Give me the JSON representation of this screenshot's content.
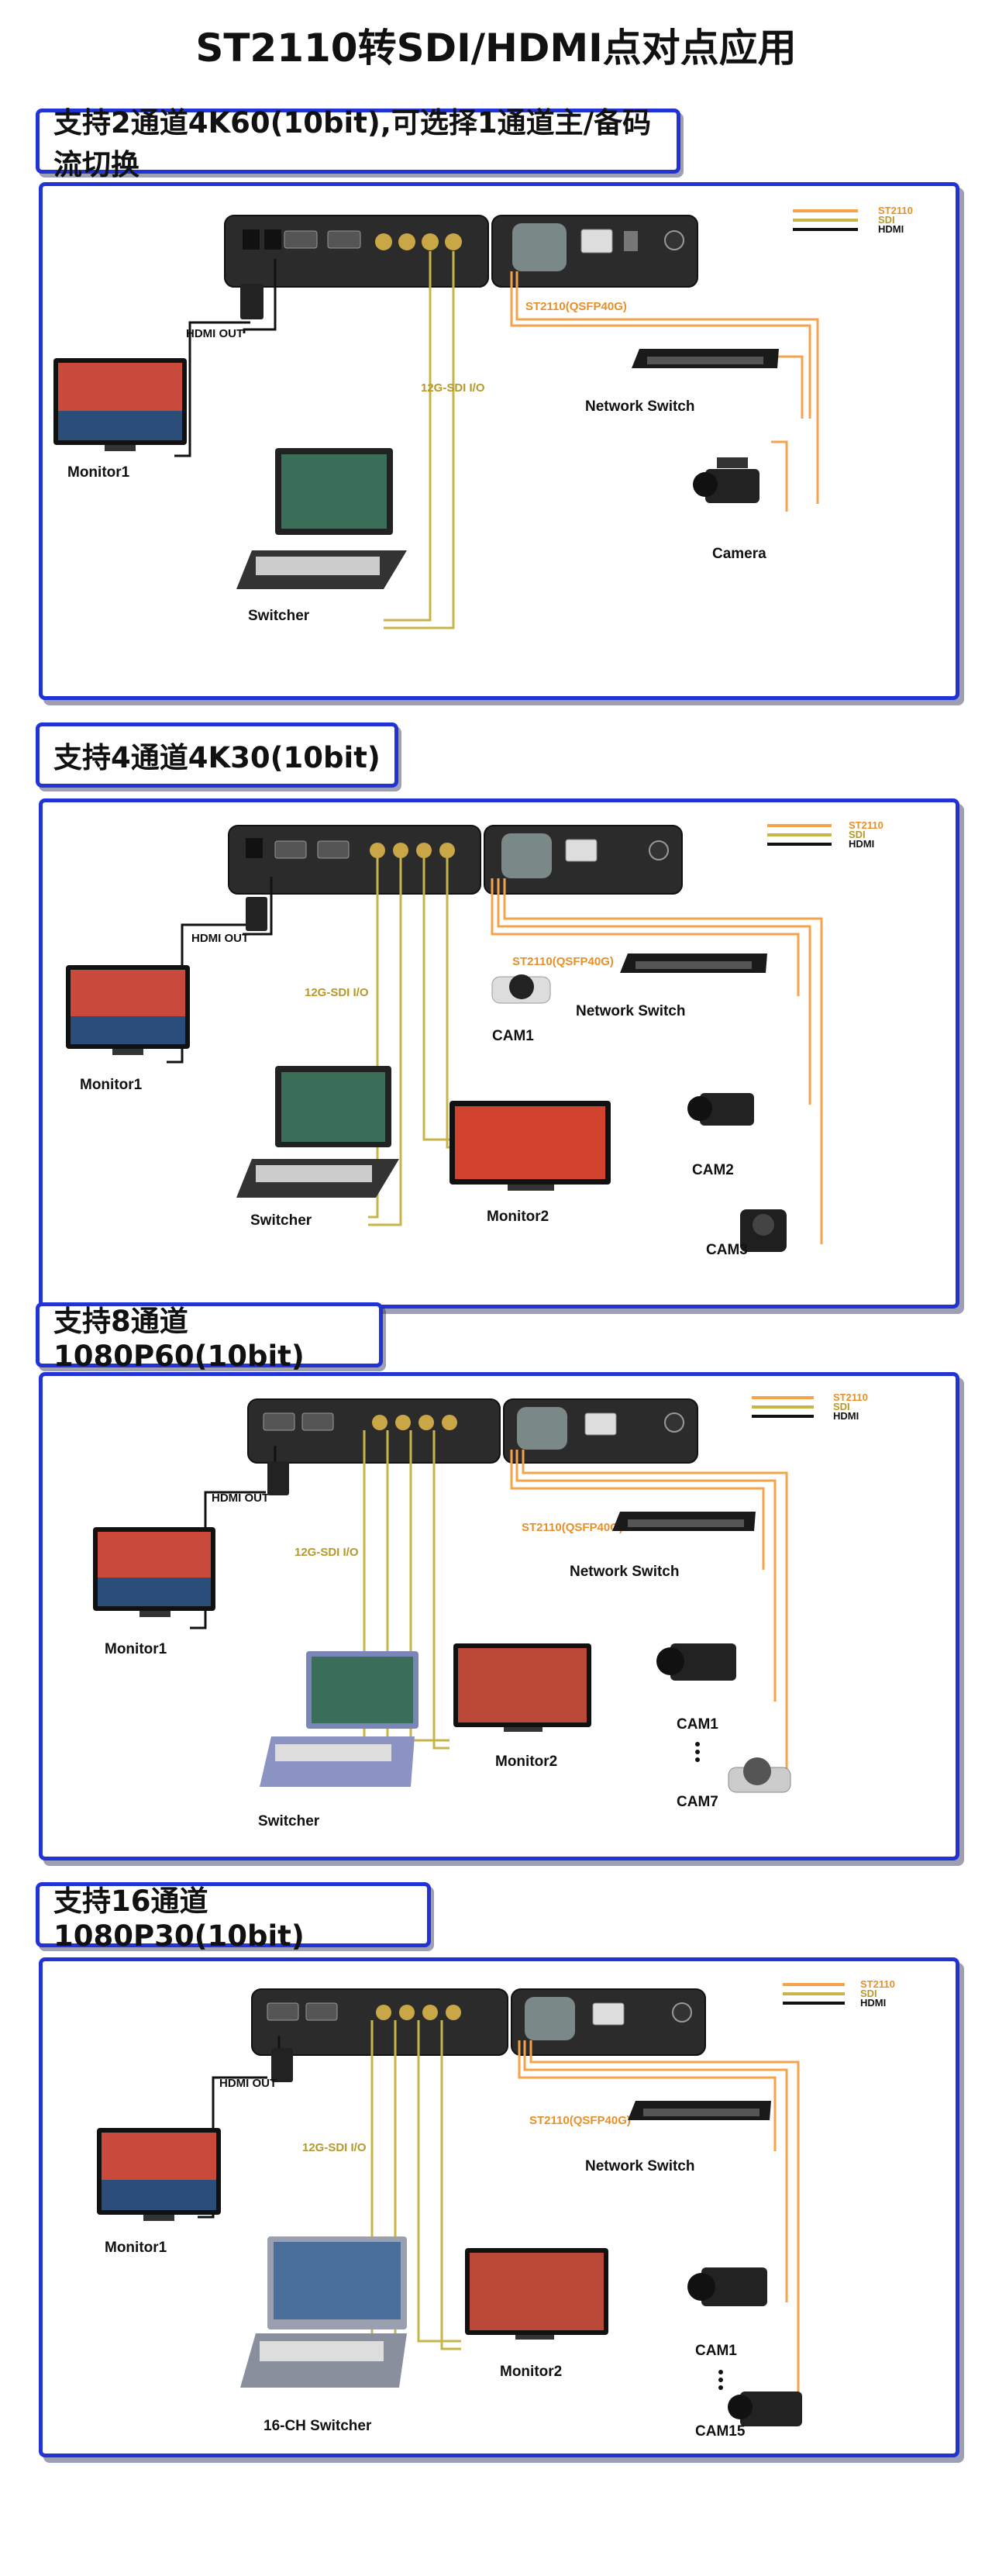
{
  "page": {
    "title": "ST2110转SDI/HDMI点对点应用"
  },
  "legend": {
    "st2110": "ST2110",
    "sdi": "SDI",
    "hdmi": "HDMI"
  },
  "colors": {
    "st2110": "#f5a34a",
    "sdi": "#c7b54a",
    "hdmi": "#111111",
    "border": "#2233d6"
  },
  "sections": [
    {
      "title": "支持2通道4K60(10bit),可选择1通道主/备码流切换",
      "labels": {
        "hdmi_out": "HDMI OUT",
        "sdi_io": "12G-SDI I/O",
        "st2110": "ST2110(QSFP40G)",
        "monitor1": "Monitor1",
        "switcher": "Switcher",
        "network_switch": "Network Switch",
        "camera": "Camera"
      }
    },
    {
      "title": "支持4通道4K30(10bit)",
      "labels": {
        "hdmi_out": "HDMI OUT",
        "sdi_io": "12G-SDI I/O",
        "st2110": "ST2110(QSFP40G)",
        "monitor1": "Monitor1",
        "switcher": "Switcher",
        "monitor2": "Monitor2",
        "network_switch": "Network Switch",
        "cam1": "CAM1",
        "cam2": "CAM2",
        "cam3": "CAM3"
      }
    },
    {
      "title": "支持8通道1080P60(10bit)",
      "labels": {
        "hdmi_out": "HDMI OUT",
        "sdi_io": "12G-SDI I/O",
        "st2110": "ST2110(QSFP40G)",
        "monitor1": "Monitor1",
        "switcher": "Switcher",
        "monitor2": "Monitor2",
        "network_switch": "Network Switch",
        "cam1": "CAM1",
        "cam_last": "CAM7"
      }
    },
    {
      "title": "支持16通道1080P30(10bit)",
      "labels": {
        "hdmi_out": "HDMI OUT",
        "sdi_io": "12G-SDI I/O",
        "st2110": "ST2110(QSFP40G)",
        "monitor1": "Monitor1",
        "switcher": "16-CH Switcher",
        "monitor2": "Monitor2",
        "network_switch": "Network Switch",
        "cam1": "CAM1",
        "cam_last": "CAM15"
      }
    }
  ]
}
